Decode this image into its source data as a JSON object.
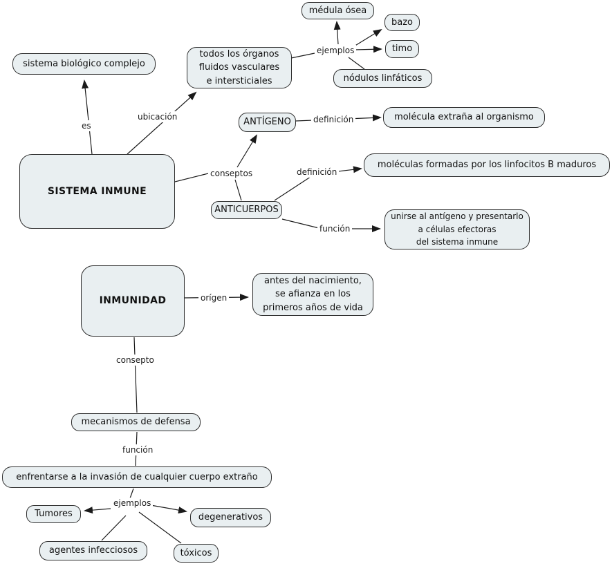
{
  "diagram": {
    "background_color": "#ffffff",
    "node_fill_color": "#e9eff1",
    "node_border_color": "#2d2d2d",
    "line_color": "#1a1a1a"
  },
  "nodes": {
    "sistema_inmune": {
      "label": "SISTEMA INMUNE"
    },
    "sistema_biologico": {
      "label": "sistema biológico complejo"
    },
    "organos": {
      "label": "todos los órganos\nfluidos vasculares\ne intersticiales"
    },
    "medula_osea": {
      "label": "médula ósea"
    },
    "bazo": {
      "label": "bazo"
    },
    "timo": {
      "label": "timo"
    },
    "nodulos_linfaticos": {
      "label": "nódulos linfáticos"
    },
    "antigeno": {
      "label": "ANTÍGENO"
    },
    "molecula_extrana": {
      "label": "molécula extraña al organismo"
    },
    "anticuerpos": {
      "label": "ANTICUERPOS"
    },
    "moleculas_formadas": {
      "label": "moléculas formadas por los linfocitos B maduros"
    },
    "unirse": {
      "label": "unirse al antígeno y presentarlo\na células efectoras\ndel sistema inmune"
    },
    "inmunidad": {
      "label": "INMUNIDAD"
    },
    "antes_nacimiento": {
      "label": "antes del nacimiento,\nse afianza en los\nprimeros años de vida"
    },
    "mecanismos": {
      "label": "mecanismos de defensa"
    },
    "enfrentarse": {
      "label": "enfrentarse a la invasión de cualquier cuerpo extraño"
    },
    "tumores": {
      "label": "Tumores"
    },
    "degenerativos": {
      "label": "degenerativos"
    },
    "agentes_infecciosos": {
      "label": "agentes infecciosos"
    },
    "toxicos": {
      "label": "tóxicos"
    }
  },
  "edge_labels": {
    "es": "es",
    "ubicacion": "ubicación",
    "ejemplos_organos": "ejemplos",
    "definicion_antigeno": "definición",
    "conseptos": "conseptos",
    "definicion_anticuerpos": "definición",
    "funcion_anticuerpos": "función",
    "origen": "orígen",
    "consepto": "consepto",
    "funcion_defensa": "función",
    "ejemplos_defensa": "ejemplos"
  }
}
